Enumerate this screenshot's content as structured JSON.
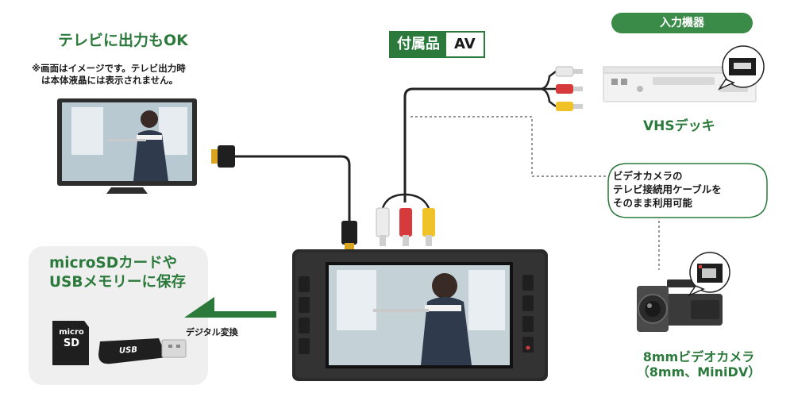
{
  "tv": {
    "title": "テレビに出力もOK",
    "note_line1": "※画面はイメージです。テレビ出力時",
    "note_line2": "は本体液晶には表示されません。"
  },
  "accessory_badge": {
    "left": "付属品",
    "right": "AV"
  },
  "input_devices": {
    "label": "入力機器"
  },
  "vhs": {
    "label": "VHSデッキ"
  },
  "camera_bubble": {
    "line1": "ビデオカメラの",
    "line2": "テレビ接続用ケーブルを",
    "line3": "そのまま利用可能"
  },
  "camcorder": {
    "line1": "8mmビデオカメラ",
    "line2": "（8mm、MiniDV）"
  },
  "storage": {
    "line1": "microSDカードや",
    "line2": "USBメモリーに保存"
  },
  "digital_label": "デジタル変換",
  "microsd": {
    "line1": "micro",
    "line2": "SD"
  },
  "usb_text": "USB",
  "colors": {
    "accent_green": "#2b7a3c",
    "device_dark": "#2a2a2a"
  }
}
